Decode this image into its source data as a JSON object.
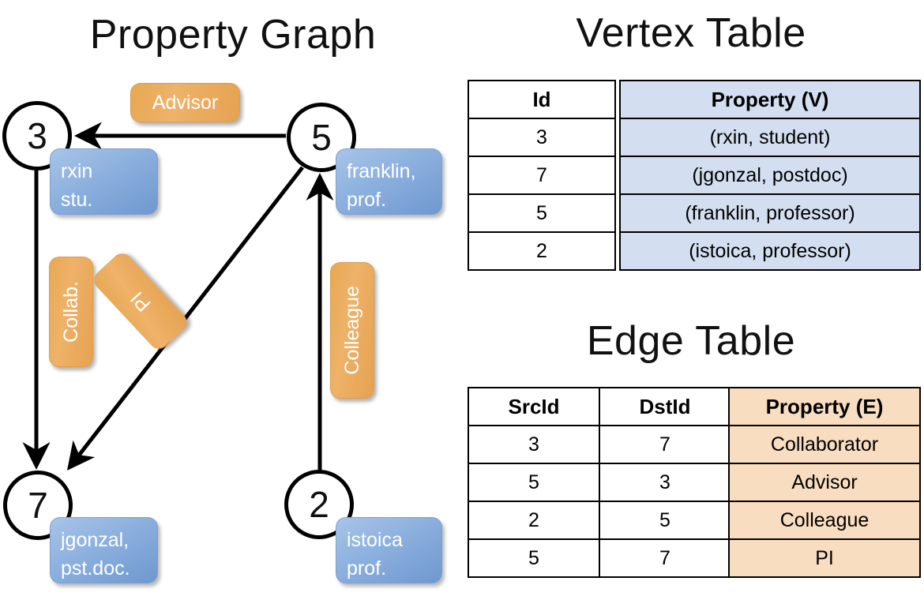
{
  "titles": {
    "property_graph": "Property Graph",
    "vertex_table": "Vertex Table",
    "edge_table": "Edge Table"
  },
  "colors": {
    "vertex_cell_fill": "#d3dff1",
    "edge_cell_fill": "#f8ddc0",
    "property_box_fill": "#8cb0de",
    "edge_label_fill": "#eeb269",
    "stroke": "#000000"
  },
  "graph": {
    "vertices": [
      {
        "id": "3",
        "property": "rxin\nstu.",
        "prop_line1": "rxin",
        "prop_line2": "stu."
      },
      {
        "id": "5",
        "property": "franklin,\nprof.",
        "prop_line1": "franklin,",
        "prop_line2": "prof."
      },
      {
        "id": "7",
        "property": "jgonzal,\npst.doc.",
        "prop_line1": "jgonzal,",
        "prop_line2": "pst.doc."
      },
      {
        "id": "2",
        "property": "istoica\nprof.",
        "prop_line1": "istoica",
        "prop_line2": "prof."
      }
    ],
    "edge_labels": [
      {
        "label": "Advisor",
        "orientation": "horizontal"
      },
      {
        "label": "Collab.",
        "orientation": "vertical"
      },
      {
        "label": "PI",
        "orientation": "diagonal"
      },
      {
        "label": "Colleague",
        "orientation": "vertical"
      }
    ],
    "edges": [
      {
        "from": "5",
        "to": "3",
        "label": "Advisor"
      },
      {
        "from": "3",
        "to": "7",
        "label": "Collab."
      },
      {
        "from": "5",
        "to": "7",
        "label": "PI"
      },
      {
        "from": "2",
        "to": "5",
        "label": "Colleague"
      }
    ]
  },
  "vertex_table": {
    "headers": [
      "Id",
      "Property (V)"
    ],
    "rows": [
      {
        "id": "3",
        "property": "(rxin, student)"
      },
      {
        "id": "7",
        "property": "(jgonzal, postdoc)"
      },
      {
        "id": "5",
        "property": "(franklin, professor)"
      },
      {
        "id": "2",
        "property": "(istoica, professor)"
      }
    ]
  },
  "edge_table": {
    "headers": [
      "SrcId",
      "DstId",
      "Property (E)"
    ],
    "rows": [
      {
        "src": "3",
        "dst": "7",
        "property": "Collaborator"
      },
      {
        "src": "5",
        "dst": "3",
        "property": "Advisor"
      },
      {
        "src": "2",
        "dst": "5",
        "property": "Colleague"
      },
      {
        "src": "5",
        "dst": "7",
        "property": "PI"
      }
    ]
  }
}
